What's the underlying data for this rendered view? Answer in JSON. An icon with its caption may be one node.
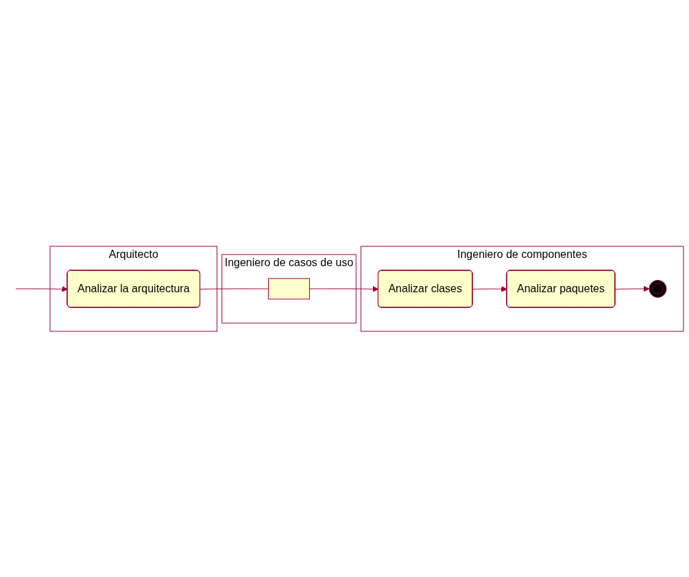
{
  "diagram": {
    "nodes": [
      {
        "text": [
          "Arquitecto"
        ]
      },
      {
        "text": [
          "Ingeniero de casos de uso"
        ]
      },
      {
        "text": [
          "Ingeniero de componentes"
        ]
      },
      {
        "text": [
          "Analizar la arquitectura"
        ],
        "in": 0
      },
      {
        "text": [],
        "shape": "box",
        "in": 1
      },
      {
        "text": [
          "Analizar clases"
        ],
        "in": 2
      },
      {
        "text": [
          "Analizar paquetes"
        ],
        "in": 2
      },
      {
        "text": [],
        "shape": "circle",
        "in": 2
      }
    ],
    "edges": [
      {
        "from": null,
        "to": 3,
        "arrow": "to"
      },
      {
        "from": 3,
        "to": 4,
        "arrow": "none"
      },
      {
        "from": 4,
        "to": 5,
        "arrow": "to"
      },
      {
        "from": 5,
        "to": 6,
        "arrow": "to"
      },
      {
        "from": 6,
        "to": 7,
        "arrow": "to"
      }
    ]
  }
}
